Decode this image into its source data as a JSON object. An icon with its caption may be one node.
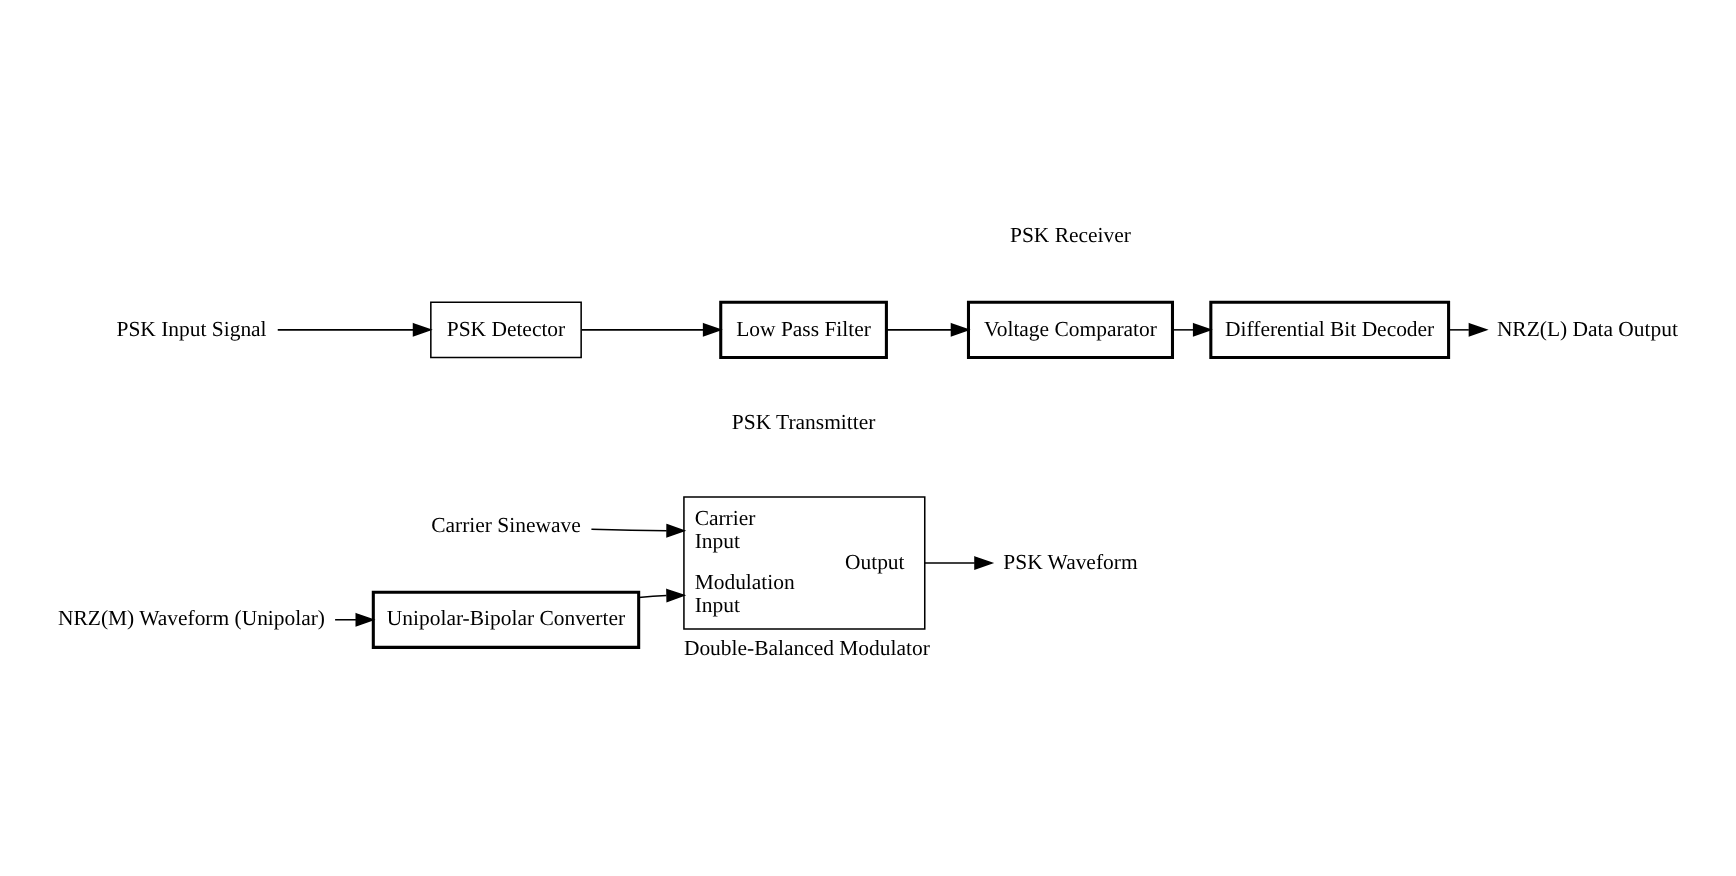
{
  "diagram": {
    "nodes": [
      {
        "text": [
          "Carrier Sinewave"
        ]
      },
      {
        "text": [
          "NRZ(M) Waveform (Unipolar)"
        ]
      },
      {
        "text": [
          "Unipolar-Bipolar Converter"
        ]
      },
      {
        "text": [
          "Carrier Input",
          "Modulation Input",
          "Output"
        ],
        "beside": [
          "Double-Balanced Modulator"
        ]
      },
      {
        "text": [
          "PSK Waveform"
        ]
      },
      {
        "text": [
          "PSK Input Signal"
        ]
      },
      {
        "text": [
          "PSK Detector"
        ]
      },
      {
        "text": [
          "Low Pass Filter"
        ]
      },
      {
        "text": [
          "Voltage Comparator"
        ]
      },
      {
        "text": [
          "Differential Bit Decoder"
        ]
      },
      {
        "text": [
          "NRZ(L) Data Output"
        ]
      }
    ],
    "edges": [
      {
        "from": 0,
        "to": 3,
        "arrow": "to"
      },
      {
        "from": 1,
        "to": 2,
        "arrow": "to"
      },
      {
        "from": 2,
        "to": 3,
        "arrow": "to"
      },
      {
        "from": 3,
        "to": 4,
        "arrow": "to"
      },
      {
        "from": 5,
        "to": 6,
        "arrow": "to"
      },
      {
        "from": 6,
        "to": 7,
        "arrow": "to"
      },
      {
        "from": 7,
        "to": 8,
        "arrow": "to"
      },
      {
        "from": 8,
        "to": 9,
        "arrow": "to"
      },
      {
        "from": 9,
        "to": 10,
        "arrow": "to"
      }
    ],
    "labels": [
      "PSK Transmitter",
      "PSK Receiver"
    ]
  }
}
